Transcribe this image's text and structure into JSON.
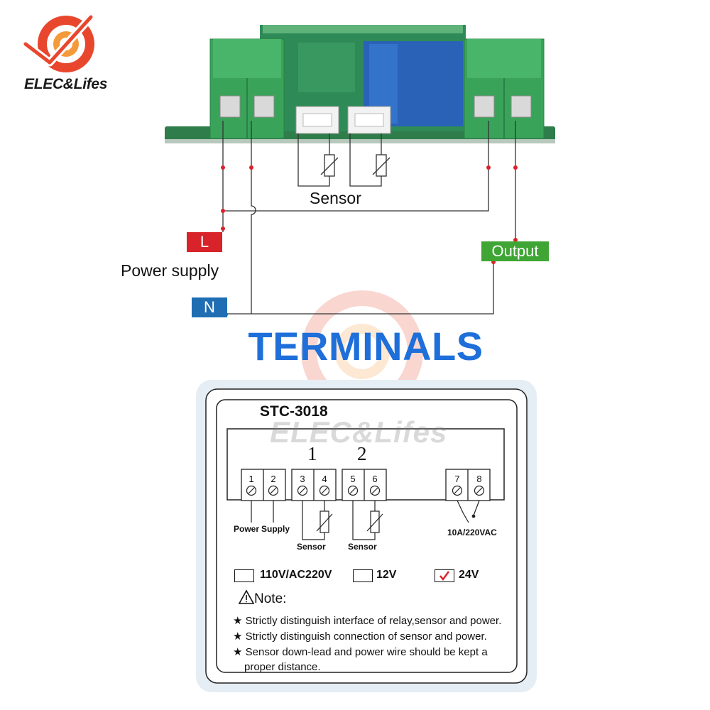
{
  "brand": {
    "name": "ELEC&Lifes",
    "colors": {
      "logo_red": "#e8472d",
      "logo_orange": "#f59a3a"
    }
  },
  "wiring_diagram": {
    "sensor_label": "Sensor",
    "power_label": "Power supply",
    "live_tag": "L",
    "neutral_tag": "N",
    "output_tag": "Output",
    "colors": {
      "live": "#d8232a",
      "neutral": "#1f6db3",
      "output": "#3fa535",
      "board": "#2f7d4a",
      "terminal_block": "#3aa35a",
      "relay": "#2a62b8"
    }
  },
  "section_title": "TERMINALS",
  "watermark": "ELEC&Lifes",
  "panel": {
    "model": "STC-3018",
    "groups": [
      "1",
      "2"
    ],
    "terminals": [
      "1",
      "2",
      "3",
      "4",
      "5",
      "6",
      "7",
      "8"
    ],
    "labels": {
      "power": "Power",
      "supply": "Supply",
      "sensor1": "Sensor",
      "sensor2": "Sensor",
      "relay_rating": "10A/220VAC"
    },
    "voltage_options": [
      {
        "label": "110V/AC220V",
        "checked": false
      },
      {
        "label": "12V",
        "checked": false
      },
      {
        "label": "24V",
        "checked": true
      }
    ],
    "note": {
      "title": "Note:",
      "lines": [
        "Strictly distinguish interface of relay,sensor and power.",
        "Strictly distinguish connection of sensor and power.",
        "Sensor down-lead and power wire should be kept a",
        "proper distance."
      ]
    }
  }
}
